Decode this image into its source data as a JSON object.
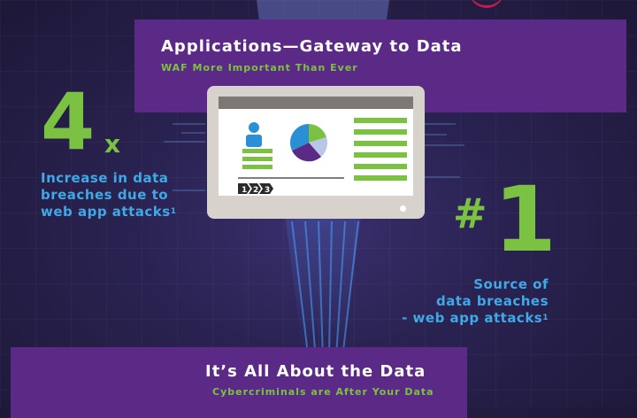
{
  "header": {
    "title": "Applications—Gateway to Data",
    "subtitle": "WAF More Important Than Ever"
  },
  "stat_left": {
    "number": "4",
    "unit": "x",
    "lines": [
      "Increase in data",
      "breaches due to",
      "web app attacks"
    ],
    "footnote": "1"
  },
  "stat_right": {
    "prefix": "#",
    "number": "1",
    "lines": [
      "Source of",
      "data breaches",
      "- web app attacks"
    ],
    "footnote": "1"
  },
  "monitor": {
    "steps": [
      "1",
      "2",
      "3"
    ]
  },
  "footer": {
    "title": "It’s All About the Data",
    "subtitle": "Cybercriminals are After Your Data"
  },
  "colors": {
    "banner": "#5b2a86",
    "green": "#7cc242",
    "blue": "#3fa9e8",
    "accent_red": "#c21e4d"
  }
}
